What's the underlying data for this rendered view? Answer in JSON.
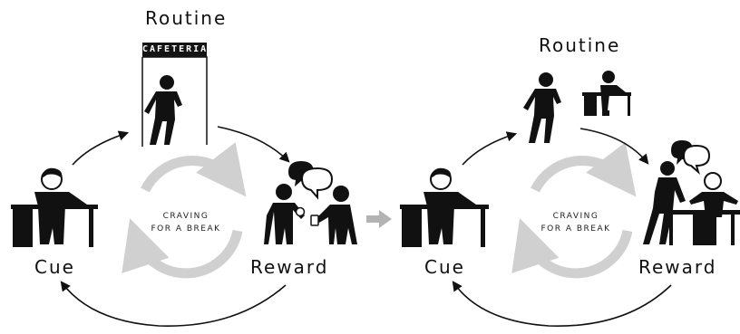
{
  "left": {
    "routine": "Routine",
    "cue": "Cue",
    "reward": "Reward",
    "sign": "CAFETERIA",
    "craving_line1": "CRAVING",
    "craving_line2": "FOR A BREAK"
  },
  "right": {
    "routine": "Routine",
    "cue": "Cue",
    "reward": "Reward",
    "craving_line1": "CRAVING",
    "craving_line2": "FOR A BREAK"
  }
}
